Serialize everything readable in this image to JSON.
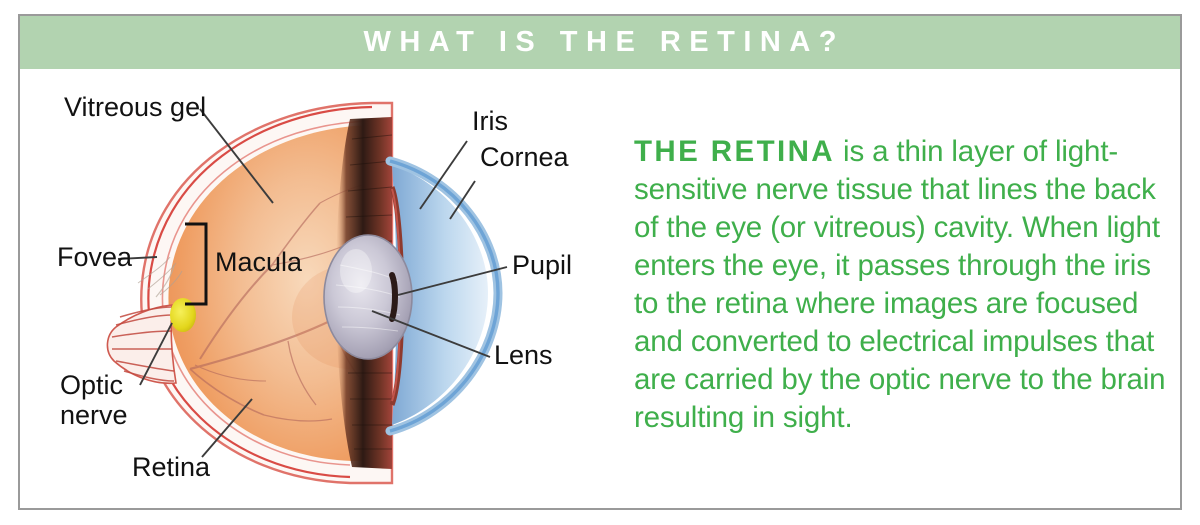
{
  "card": {
    "border_color": "#9a9a9a",
    "background": "#ffffff"
  },
  "header": {
    "title": "WHAT IS THE RETINA?",
    "background_color": "#b2d3b0",
    "text_color": "#ffffff"
  },
  "description": {
    "lead": "THE RETINA",
    "body": " is a thin layer of light-sensitive nerve tissue that lines the back of the eye (or vitreous) cavity. When light enters the eye, it passes through the iris to the retina where images are focused and converted to electrical impulses that are carried by the optic nerve to the brain resulting in sight.",
    "text_color": "#3faf4b"
  },
  "figure": {
    "alt": "cross-section diagram of the human eye",
    "labels": {
      "vitreous_gel": "Vitreous gel",
      "fovea": "Fovea",
      "macula": "Macula",
      "optic_nerve_line1": "Optic",
      "optic_nerve_line2": "nerve",
      "retina": "Retina",
      "iris": "Iris",
      "cornea": "Cornea",
      "pupil": "Pupil",
      "lens": "Lens"
    },
    "colors": {
      "retina_interior": "#ef9a5e",
      "retina_inner_light": "#f6c9a2",
      "sclera_outline": "#d4453c",
      "cornea_blue": "#6ea4d6",
      "lens_gray": "#b9b6c6",
      "optic_disc_yellow": "#e8de2a",
      "ciliary_dark": "#3a2420",
      "leader_line": "#3c3c3c"
    }
  }
}
